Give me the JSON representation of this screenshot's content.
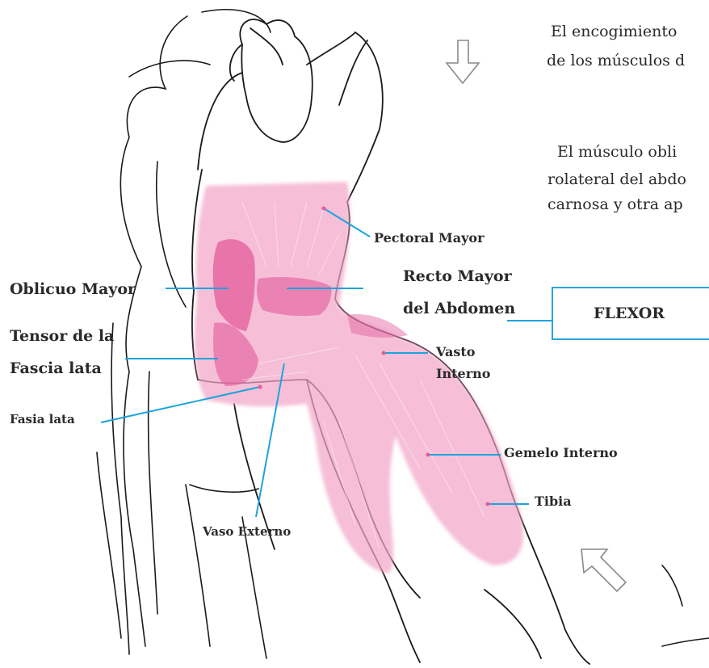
{
  "paragraphs": [
    {
      "lines": [
        "El encogimiento",
        "de los músculos d"
      ]
    },
    {
      "lines": [
        "El músculo obli",
        "rolateral del abdo",
        "carnosa y otra ap"
      ]
    }
  ],
  "labels": {
    "pectoral_mayor": "Pectoral Mayor",
    "oblicuo_mayor": "Oblicuo Mayor",
    "recto_mayor_1": "Recto Mayor",
    "recto_mayor_2": "del Abdomen",
    "tensor_1": "Tensor de la",
    "tensor_2": "Fascia lata",
    "fasia_lata": "Fasia lata",
    "vasto_interno_1": "Vasto",
    "vasto_interno_2": "Interno",
    "gemelo_interno": "Gemelo Interno",
    "tibia": "Tibia",
    "vaso_externo": "Vaso Externo"
  },
  "flexor_box": {
    "label": "FLEXOR"
  },
  "icons": [
    "arrow-down-outline-icon",
    "arrow-up-left-outline-icon"
  ],
  "colors": {
    "leader_line": "#1da3dd",
    "muscle_pink": "#f2a6c8",
    "muscle_dark": "#e35b9b",
    "sketch_ink": "#1a1a1a"
  }
}
